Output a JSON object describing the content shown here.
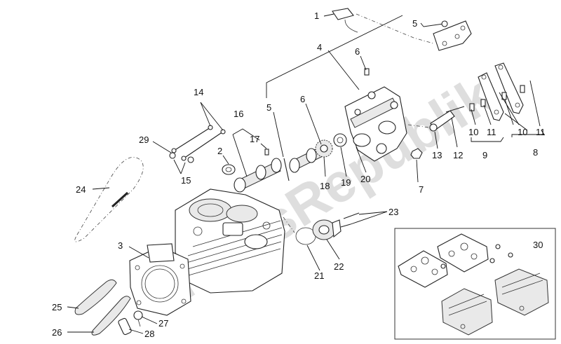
{
  "watermark": "PartsRepublik",
  "labels": {
    "l1": "1",
    "l2": "2",
    "l3": "3",
    "l4": "4",
    "l5a": "5",
    "l5b": "5",
    "l6a": "6",
    "l6b": "6",
    "l7": "7",
    "l8": "8",
    "l9": "9",
    "l10a": "10",
    "l10b": "10",
    "l11a": "11",
    "l11b": "11",
    "l12": "12",
    "l13": "13",
    "l14": "14",
    "l15": "15",
    "l16": "16",
    "l17": "17",
    "l18": "18",
    "l19": "19",
    "l20": "20",
    "l21": "21",
    "l22": "22",
    "l23": "23",
    "l24": "24",
    "l25": "25",
    "l26": "26",
    "l27": "27",
    "l28": "28",
    "l29": "29",
    "l30": "30"
  }
}
